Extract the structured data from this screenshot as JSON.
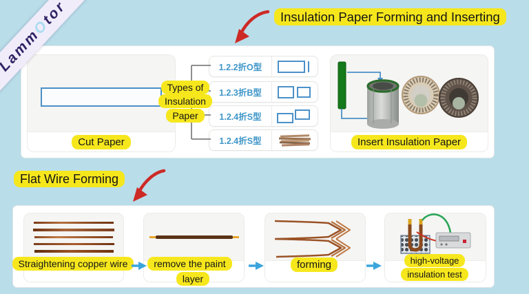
{
  "colors": {
    "background": "#b9dde9",
    "highlight_yellow": "#f6e71d",
    "panel_white": "#ffffff",
    "type_text_blue": "#3f96c8",
    "diagram_blue": "#4a90c8",
    "arrow_red": "#cd2a26",
    "arrow_cyan": "#3aa5dd",
    "copper": "#a85c2c",
    "insulation_green": "#157a1a",
    "ribbon_bg": "#f1ecfa",
    "ribbon_text": "#2e2263",
    "ribbon_o": "#a8dcf0"
  },
  "watermark": {
    "prefix": "Lamm",
    "o": "O",
    "suffix": "tor"
  },
  "header": {
    "title": "Insulation Paper Forming and Inserting"
  },
  "top_panel": {
    "cut_paper_caption": "Cut Paper",
    "types_label": "Types of Insulation Paper",
    "type_rows": [
      {
        "label": "1.2.2折O型",
        "icon": "fold-o-type-icon"
      },
      {
        "label": "1.2.3折B型",
        "icon": "fold-b-type-icon"
      },
      {
        "label": "1.2.4折S型",
        "icon": "fold-s-type-icon"
      },
      {
        "label": "1.2.4折S型",
        "icon": "folded-paper-stack-image"
      }
    ],
    "insert_caption": "Insert Insulation Paper"
  },
  "flat_wire_section": {
    "title": "Flat Wire Forming"
  },
  "process_steps": [
    {
      "caption": "Straightening copper wire"
    },
    {
      "caption": "remove the paint layer"
    },
    {
      "caption": "forming"
    },
    {
      "caption": "high-voltage insulation test"
    }
  ]
}
